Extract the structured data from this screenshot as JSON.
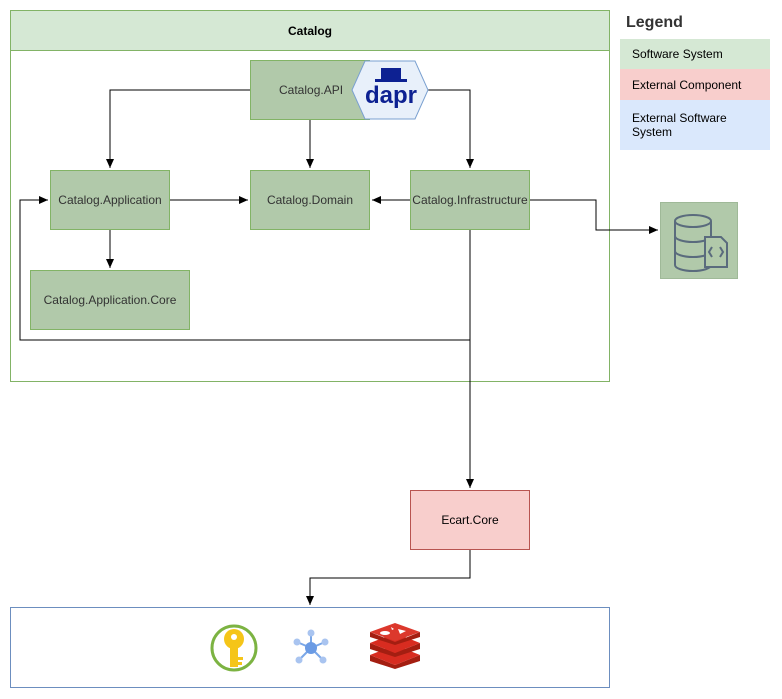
{
  "catalog": {
    "title": "Catalog"
  },
  "nodes": {
    "api": "Catalog.API",
    "dapr": "dapr",
    "application": "Catalog.Application",
    "domain": "Catalog.Domain",
    "infrastructure": "Catalog.Infrastructure",
    "application_core": "Catalog.Application.Core",
    "ecart_core": "Ecart.Core"
  },
  "legend": {
    "title": "Legend",
    "items": [
      {
        "label": "Software System",
        "color": "#d5e8d4"
      },
      {
        "label": "External Component",
        "color": "#f8cecc"
      },
      {
        "label": "External Software System",
        "color": "#dae8fc"
      }
    ]
  },
  "external_icons": [
    "database-document-icon",
    "key-vault-icon",
    "service-bus-icon",
    "redis-icon"
  ]
}
